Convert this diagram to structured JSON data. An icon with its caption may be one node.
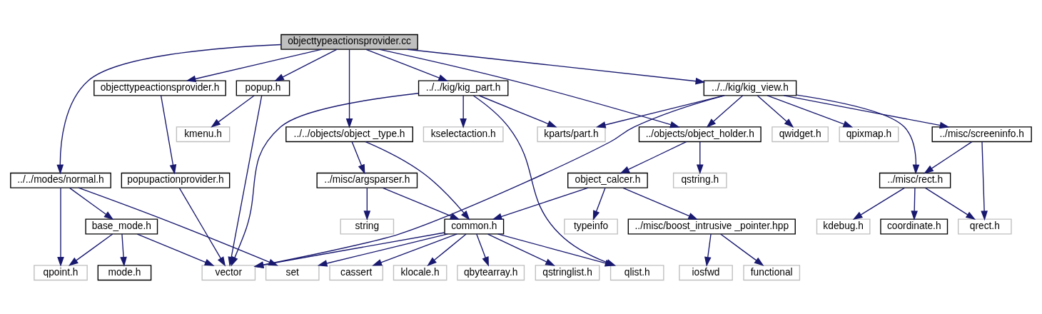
{
  "diagram": {
    "nodes": [
      {
        "text": [
          "objecttypeactionsprovider.cc"
        ]
      },
      {
        "text": [
          "popup.h"
        ]
      },
      {
        "text": [
          "objecttypeactionsprovider.h"
        ]
      },
      {
        "text": [
          "../../kig/kig_part.h"
        ]
      },
      {
        "text": [
          "../../kig/kig_view.h"
        ]
      },
      {
        "text": [
          "kmenu.h"
        ]
      },
      {
        "text": [
          "kselectaction.h"
        ]
      },
      {
        "text": [
          "kparts/part.h"
        ]
      },
      {
        "text": [
          "../../objects/object _type.h"
        ]
      },
      {
        "text": [
          "../objects/object_holder.h"
        ]
      },
      {
        "text": [
          "qwidget.h"
        ]
      },
      {
        "text": [
          "qpixmap.h"
        ]
      },
      {
        "text": [
          "../misc/screeninfo.h"
        ]
      },
      {
        "text": [
          "../../modes/normal.h"
        ]
      },
      {
        "text": [
          "popupactionprovider.h"
        ]
      },
      {
        "text": [
          "../misc/argsparser.h"
        ]
      },
      {
        "text": [
          "qstring.h"
        ]
      },
      {
        "text": [
          "object_calcer.h"
        ]
      },
      {
        "text": [
          "../misc/rect.h"
        ]
      },
      {
        "text": [
          "base_mode.h"
        ]
      },
      {
        "text": [
          "string"
        ]
      },
      {
        "text": [
          "common.h"
        ]
      },
      {
        "text": [
          "typeinfo"
        ]
      },
      {
        "text": [
          "../misc/boost_intrusive _pointer.hpp"
        ]
      },
      {
        "text": [
          "kdebug.h"
        ]
      },
      {
        "text": [
          "coordinate.h"
        ]
      },
      {
        "text": [
          "qrect.h"
        ]
      },
      {
        "text": [
          "qpoint.h"
        ]
      },
      {
        "text": [
          "mode.h"
        ]
      },
      {
        "text": [
          "vector"
        ]
      },
      {
        "text": [
          "set"
        ]
      },
      {
        "text": [
          "qlist.h"
        ]
      },
      {
        "text": [
          "qbytearray.h"
        ]
      },
      {
        "text": [
          "qstringlist.h"
        ]
      },
      {
        "text": [
          "cassert"
        ]
      },
      {
        "text": [
          "klocale.h"
        ]
      },
      {
        "text": [
          "iosfwd"
        ]
      },
      {
        "text": [
          "functional"
        ]
      }
    ],
    "edges": [
      {
        "from": 0,
        "to": 13,
        "arrow": "to"
      },
      {
        "from": 0,
        "to": 1,
        "arrow": "to"
      },
      {
        "from": 0,
        "to": 2,
        "arrow": "to"
      },
      {
        "from": 0,
        "to": 3,
        "arrow": "to"
      },
      {
        "from": 0,
        "to": 8,
        "arrow": "to"
      },
      {
        "from": 0,
        "to": 9,
        "arrow": "to"
      },
      {
        "from": 0,
        "to": 4,
        "arrow": "to"
      },
      {
        "from": 1,
        "to": 5,
        "arrow": "to"
      },
      {
        "from": 1,
        "to": 29,
        "arrow": "to"
      },
      {
        "from": 2,
        "to": 14,
        "arrow": "to"
      },
      {
        "from": 3,
        "to": 6,
        "arrow": "to"
      },
      {
        "from": 3,
        "to": 29,
        "arrow": "to"
      },
      {
        "from": 3,
        "to": 31,
        "arrow": "to"
      },
      {
        "from": 3,
        "to": 7,
        "arrow": "to"
      },
      {
        "from": 4,
        "to": 7,
        "arrow": "to"
      },
      {
        "from": 4,
        "to": 29,
        "arrow": "to"
      },
      {
        "from": 4,
        "to": 9,
        "arrow": "to"
      },
      {
        "from": 4,
        "to": 10,
        "arrow": "to"
      },
      {
        "from": 4,
        "to": 11,
        "arrow": "to"
      },
      {
        "from": 4,
        "to": 12,
        "arrow": "to"
      },
      {
        "from": 4,
        "to": 18,
        "arrow": "to"
      },
      {
        "from": 8,
        "to": 15,
        "arrow": "to"
      },
      {
        "from": 8,
        "to": 21,
        "arrow": "to"
      },
      {
        "from": 9,
        "to": 16,
        "arrow": "to"
      },
      {
        "from": 9,
        "to": 17,
        "arrow": "to"
      },
      {
        "from": 12,
        "to": 18,
        "arrow": "to"
      },
      {
        "from": 12,
        "to": 26,
        "arrow": "to"
      },
      {
        "from": 13,
        "to": 27,
        "arrow": "to"
      },
      {
        "from": 13,
        "to": 19,
        "arrow": "to"
      },
      {
        "from": 13,
        "to": 30,
        "arrow": "to"
      },
      {
        "from": 14,
        "to": 29,
        "arrow": "to"
      },
      {
        "from": 15,
        "to": 20,
        "arrow": "to"
      },
      {
        "from": 15,
        "to": 21,
        "arrow": "to"
      },
      {
        "from": 17,
        "to": 21,
        "arrow": "to"
      },
      {
        "from": 17,
        "to": 22,
        "arrow": "to"
      },
      {
        "from": 17,
        "to": 23,
        "arrow": "to"
      },
      {
        "from": 18,
        "to": 24,
        "arrow": "to"
      },
      {
        "from": 18,
        "to": 25,
        "arrow": "to"
      },
      {
        "from": 18,
        "to": 26,
        "arrow": "to"
      },
      {
        "from": 19,
        "to": 27,
        "arrow": "to"
      },
      {
        "from": 19,
        "to": 28,
        "arrow": "to"
      },
      {
        "from": 19,
        "to": 29,
        "arrow": "to"
      },
      {
        "from": 21,
        "to": 29,
        "arrow": "to"
      },
      {
        "from": 21,
        "to": 30,
        "arrow": "to"
      },
      {
        "from": 21,
        "to": 31,
        "arrow": "to"
      },
      {
        "from": 21,
        "to": 32,
        "arrow": "to"
      },
      {
        "from": 21,
        "to": 33,
        "arrow": "to"
      },
      {
        "from": 21,
        "to": 34,
        "arrow": "to"
      },
      {
        "from": 21,
        "to": 35,
        "arrow": "to"
      },
      {
        "from": 23,
        "to": 36,
        "arrow": "to"
      },
      {
        "from": 23,
        "to": 37,
        "arrow": "to"
      }
    ]
  }
}
